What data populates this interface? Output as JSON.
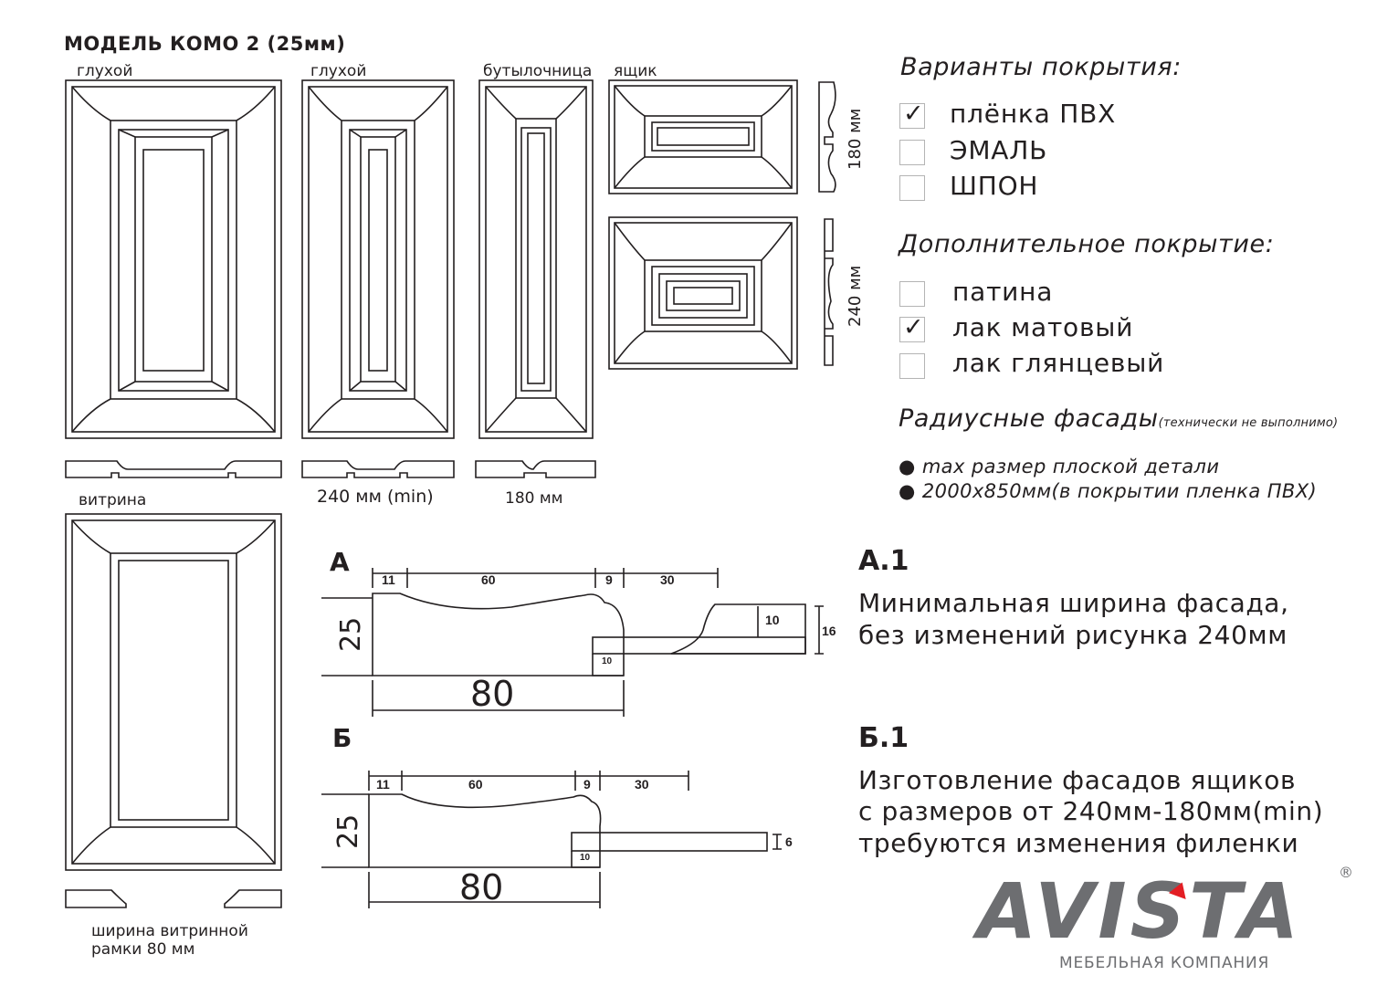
{
  "title": "МОДЕЛЬ КОМО 2 (25мм)",
  "doors": {
    "d1": "глухой",
    "d2": "глухой",
    "d3": "бутылочница",
    "d4": "ящик",
    "d5": "витрина"
  },
  "widths": {
    "w2": "240 мм (min)",
    "w3": "180 мм",
    "drawer1": "180 мм",
    "drawer2": "240 мм",
    "showcase_line1": "ширина витринной",
    "showcase_line2": "рамки 80 мм"
  },
  "coating": {
    "heading": "Варианты покрытия:",
    "options": [
      {
        "label": "плёнка ПВХ",
        "checked": true
      },
      {
        "label": "ЭМАЛЬ",
        "checked": false
      },
      {
        "label": "ШПОН",
        "checked": false
      }
    ]
  },
  "extra": {
    "heading": "Дополнительное покрытие:",
    "options": [
      {
        "label": "патина",
        "checked": false
      },
      {
        "label": "лак матовый",
        "checked": true
      },
      {
        "label": "лак глянцевый",
        "checked": false
      }
    ]
  },
  "radius": {
    "heading": "Радиусные фасады",
    "note": "(технически не выполнимо)",
    "bullets": [
      "max размер плоской детали",
      "2000х850мм(в покрытии пленка ПВХ)"
    ]
  },
  "sectionA": {
    "letter": "А",
    "dims": [
      "11",
      "60",
      "9",
      "30"
    ],
    "height": "25",
    "total": "80",
    "panel": "10",
    "tongue": "10",
    "thickness": "16"
  },
  "sectionB": {
    "letter": "Б",
    "dims": [
      "11",
      "60",
      "9",
      "30"
    ],
    "height": "25",
    "total": "80",
    "tongue": "10",
    "thickness": "6"
  },
  "notes": {
    "a1_title": "А.1",
    "a1_line1": "Минимальная ширина фасада,",
    "a1_line2": "без изменений рисунка 240мм",
    "b1_title": "Б.1",
    "b1_line1": "Изготовление фасадов ящиков",
    "b1_line2": "с размеров от 240мм-180мм(min)",
    "b1_line3": "требуются изменения филенки"
  },
  "brand": {
    "name": "AVISTA",
    "registered": "®",
    "subtitle": "МЕБЕЛЬНАЯ КОМПАНИЯ"
  },
  "colors": {
    "ink": "#231f20",
    "logo_grey": "#6d6e71",
    "logo_red": "#e31e24",
    "checkbox_border": "#b4b4b4"
  }
}
